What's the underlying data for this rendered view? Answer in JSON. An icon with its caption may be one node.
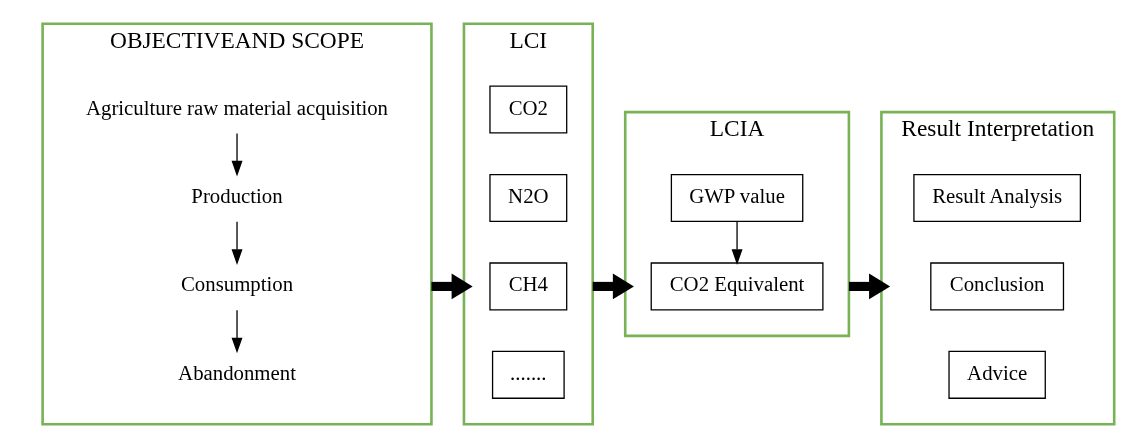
{
  "diagram": {
    "nodes": [
      {
        "text": [
          "OBJECTIVEAND SCOPE"
        ]
      },
      {
        "text": [
          "Agriculture raw material acquisition"
        ],
        "in": 0
      },
      {
        "text": [
          "Production"
        ],
        "in": 0
      },
      {
        "text": [
          "Consumption"
        ],
        "in": 0
      },
      {
        "text": [
          "Abandonment"
        ],
        "in": 0
      },
      {
        "text": [
          "LCI"
        ]
      },
      {
        "text": [
          "CO2"
        ],
        "in": 5
      },
      {
        "text": [
          "N2O"
        ],
        "in": 5
      },
      {
        "text": [
          "CH4"
        ],
        "in": 5
      },
      {
        "text": [
          "......."
        ],
        "in": 5
      },
      {
        "text": [
          "LCIA"
        ]
      },
      {
        "text": [
          "GWP value"
        ],
        "in": 10
      },
      {
        "text": [
          "CO2 Equivalent"
        ],
        "in": 10
      },
      {
        "text": [
          "Result Interpretation"
        ]
      },
      {
        "text": [
          "Result Analysis"
        ],
        "in": 13
      },
      {
        "text": [
          "Conclusion"
        ],
        "in": 13
      },
      {
        "text": [
          "Advice"
        ],
        "in": 13
      }
    ],
    "edges": [
      {
        "from": 1,
        "to": 2,
        "arrow": "to"
      },
      {
        "from": 2,
        "to": 3,
        "arrow": "to"
      },
      {
        "from": 3,
        "to": 4,
        "arrow": "to"
      },
      {
        "from": 0,
        "to": 5,
        "arrow": "to",
        "style": "thick"
      },
      {
        "from": 5,
        "to": 10,
        "arrow": "to",
        "style": "thick"
      },
      {
        "from": 10,
        "to": 13,
        "arrow": "to",
        "style": "thick"
      },
      {
        "from": 11,
        "to": 12,
        "arrow": "to"
      }
    ]
  }
}
